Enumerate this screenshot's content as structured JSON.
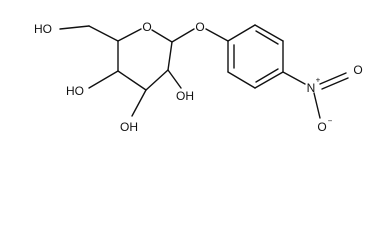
{
  "molecule": {
    "labels": {
      "hydroxymethyl_oh": "HO",
      "ring_oxygen": "O",
      "anomeric_oxygen": "O",
      "c4_oh": "HO",
      "c2_oh": "OH",
      "c3_oh": "OH",
      "nitro_nitrogen": "N",
      "nitro_oxygen_upper": "O",
      "nitro_oxygen_lower": "O",
      "nitrogen_charge": "+",
      "oxygen_charge": "−"
    }
  }
}
